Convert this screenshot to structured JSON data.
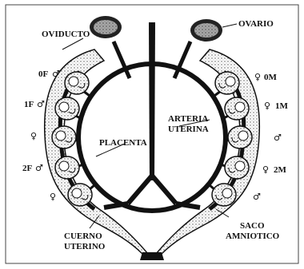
{
  "labels": {
    "oviducto": "OVIDUCTO",
    "ovario": "OVARIO",
    "placenta": "PLACENTA",
    "arteria_line1": "ARTERIA",
    "arteria_line2": "UTERINA",
    "cuerno_line1": "CUERNO",
    "cuerno_line2": "UTERINO",
    "saco_line1": "SACO",
    "saco_line2": "AMNIOTICO"
  },
  "left_fetus_labels": [
    {
      "text": "0F",
      "sex": "♂"
    },
    {
      "text": "1F",
      "sex": "♂"
    },
    {
      "text": "",
      "sex": "♀"
    },
    {
      "text": "2F",
      "sex": "♂"
    },
    {
      "text": "",
      "sex": "♀"
    }
  ],
  "right_fetus_labels": [
    {
      "sex": "♀",
      "text": "0M"
    },
    {
      "sex": "♀",
      "text": "1M"
    },
    {
      "sex": "♂",
      "text": ""
    },
    {
      "sex": "♀",
      "text": "2M"
    },
    {
      "sex": "♂",
      "text": ""
    }
  ],
  "colors": {
    "ink": "#111111",
    "background": "#ffffff",
    "frame": "#444444"
  }
}
